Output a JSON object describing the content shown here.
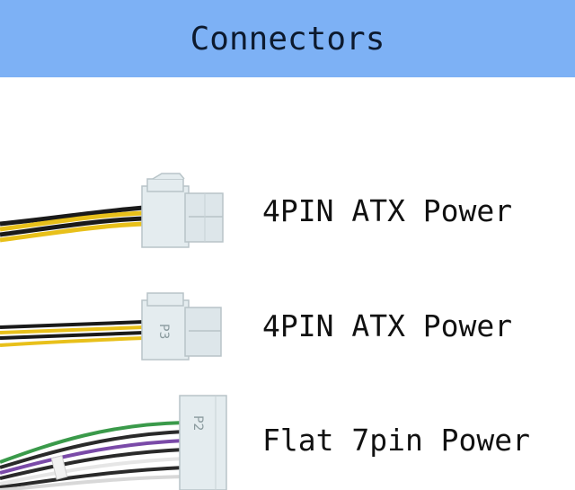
{
  "header": {
    "title": "Connectors"
  },
  "connectors": [
    {
      "label": "4PIN ATX Power",
      "wire_colors": [
        "#1a1a1a",
        "#e8c01a",
        "#1a1a1a",
        "#e8c01a"
      ]
    },
    {
      "label": "4PIN ATX Power",
      "wire_colors": [
        "#1a1a1a",
        "#e8c01a",
        "#1a1a1a",
        "#e8c01a"
      ],
      "housing_marking": "P3"
    },
    {
      "label": "Flat 7pin Power",
      "wire_colors": [
        "#3a9a4a",
        "#2a2a2a",
        "#7a4aa8",
        "#2a2a2a",
        "#e6e6e6",
        "#2a2a2a",
        "#e6e6e6"
      ],
      "housing_marking": "P2"
    }
  ],
  "colors": {
    "header_bg": "#7db1f5",
    "housing": "#e4ecef"
  }
}
